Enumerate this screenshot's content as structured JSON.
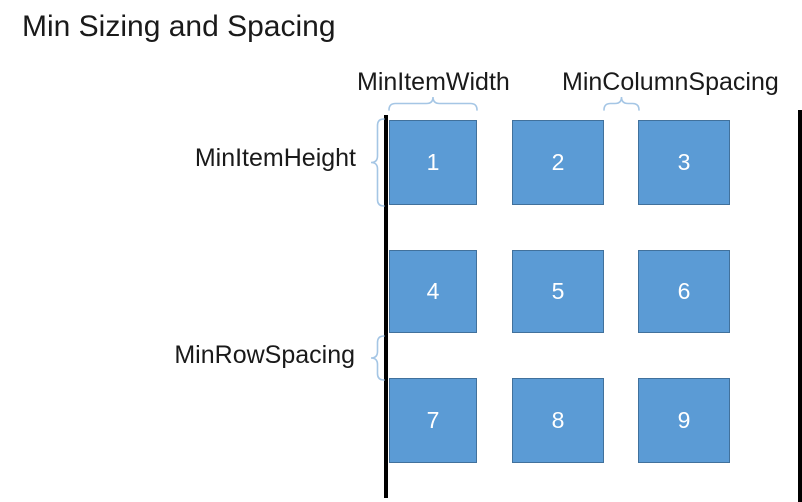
{
  "title": "Min Sizing and Spacing",
  "labels": {
    "min_item_width": "MinItemWidth",
    "min_column_spacing": "MinColumnSpacing",
    "min_item_height": "MinItemHeight",
    "min_row_spacing": "MinRowSpacing"
  },
  "grid": {
    "rows": 3,
    "columns": 3,
    "items": [
      "1",
      "2",
      "3",
      "4",
      "5",
      "6",
      "7",
      "8",
      "9"
    ]
  },
  "colors": {
    "item_fill": "#5B9BD5",
    "item_border": "#41719C",
    "item_number_text": "#FFFFFF",
    "brace": "#A5C6E5",
    "boundary_line": "#000000",
    "label_text": "#1A1A1A"
  }
}
